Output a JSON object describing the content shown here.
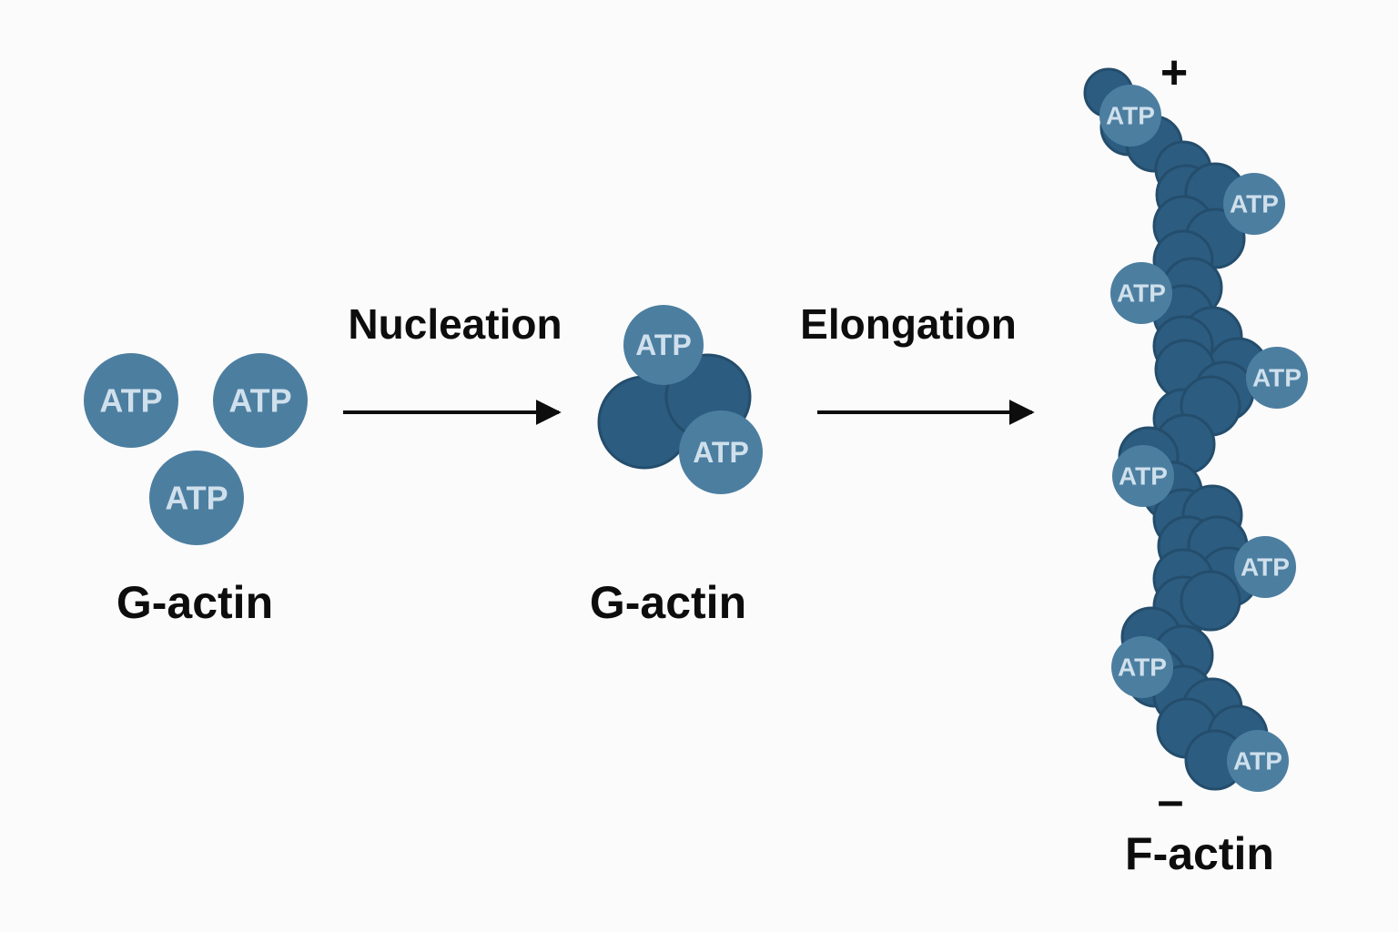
{
  "labels": {
    "monomers": "G-actin",
    "nucleus": "G-actin",
    "filament": "F-actin",
    "step_nucleation": "Nucleation",
    "step_elongation": "Elongation",
    "plus_end": "+",
    "minus_end": "–",
    "atp": "ATP"
  },
  "colors": {
    "background": "#fbfbfb",
    "atp_bound_subunit": "#4c7ea0",
    "filament_subunit": "#2c5c80",
    "subunit_outline": "#244d6c",
    "atp_text": "#cfe0ec",
    "text": "#0d0d0d"
  },
  "stages": [
    {
      "name": "monomers",
      "atp_subunits": 3,
      "plain_subunits": 0
    },
    {
      "name": "nucleus",
      "atp_subunits": 2,
      "plain_subunits": 2
    },
    {
      "name": "filament",
      "atp_subunits": 8
    }
  ]
}
